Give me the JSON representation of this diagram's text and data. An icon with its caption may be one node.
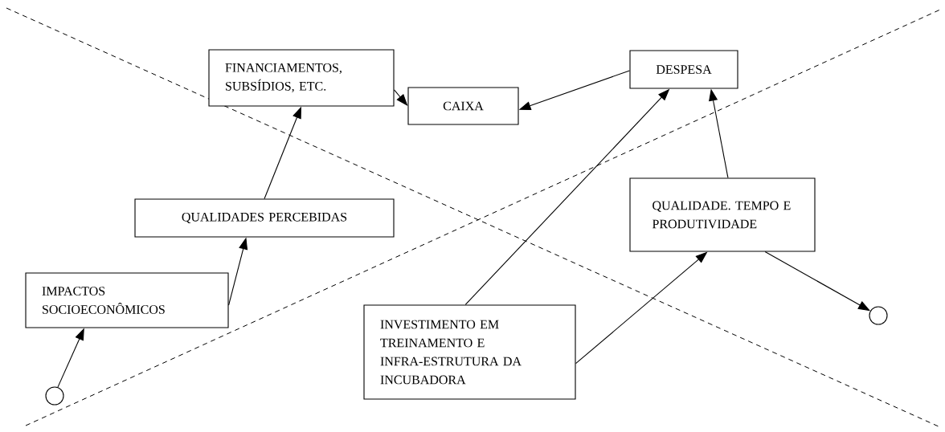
{
  "diagram": {
    "nodes": [
      {
        "text": [
          "FINANCIAMENTOS, SUBSÍDIOS, ETC."
        ]
      },
      {
        "text": [
          "DESPESA"
        ]
      },
      {
        "text": [
          "CAIXA"
        ]
      },
      {
        "text": [
          "QUALIDADES PERCEBIDAS"
        ]
      },
      {
        "text": [
          "QUALIDADE. TEMPO E PRODUTIVIDADE"
        ]
      },
      {
        "text": [
          "IMPACTOS SOCIOECONÔMICOS"
        ]
      },
      {
        "text": [
          "INVESTIMENTO EM TREINAMENTO E INFRA-ESTRUTURA DA INCUBADORA"
        ]
      },
      {
        "text": [],
        "shape": "circle"
      },
      {
        "text": [],
        "shape": "circle"
      }
    ],
    "edges": [
      {
        "from": 7,
        "to": 5,
        "arrow": "to"
      },
      {
        "from": 5,
        "to": 3,
        "arrow": "to"
      },
      {
        "from": 3,
        "to": 0,
        "arrow": "to"
      },
      {
        "from": 0,
        "to": 2,
        "arrow": "to"
      },
      {
        "from": 1,
        "to": 2,
        "arrow": "to"
      },
      {
        "from": 6,
        "to": 1,
        "arrow": "to"
      },
      {
        "from": 6,
        "to": 4,
        "arrow": "to"
      },
      {
        "from": 4,
        "to": 1,
        "arrow": "to"
      },
      {
        "from": 4,
        "to": 8,
        "arrow": "to"
      }
    ]
  }
}
